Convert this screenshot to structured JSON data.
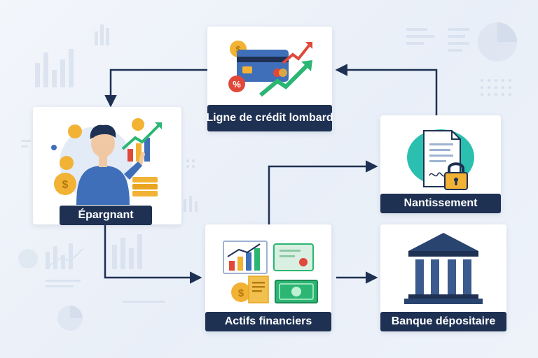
{
  "nodes": {
    "lombard": {
      "label": "Ligne de crédit lombard"
    },
    "saver": {
      "label": "Épargnant"
    },
    "pledge": {
      "label": "Nantissement"
    },
    "assets": {
      "label": "Actifs financiers"
    },
    "bank": {
      "label": "Banque dépositaire"
    }
  },
  "icons": {
    "lombard": [
      "credit-card-icon",
      "percent-icon",
      "coin-icon",
      "growth-arrow-icon"
    ],
    "saver": [
      "person-icon",
      "coin-icon",
      "growth-chart-icon"
    ],
    "pledge": [
      "document-icon",
      "padlock-icon"
    ],
    "assets": [
      "bar-chart-icon",
      "certificate-icon",
      "banknote-icon",
      "document-icon",
      "coin-icon"
    ],
    "bank": [
      "bank-building-icon"
    ]
  },
  "colors": {
    "label_bg": "#1e3153",
    "arrow": "#1e3153",
    "accent_green": "#2bb673",
    "accent_red": "#e0483a",
    "accent_gold": "#f2b233",
    "accent_blue": "#3f6fb8"
  }
}
